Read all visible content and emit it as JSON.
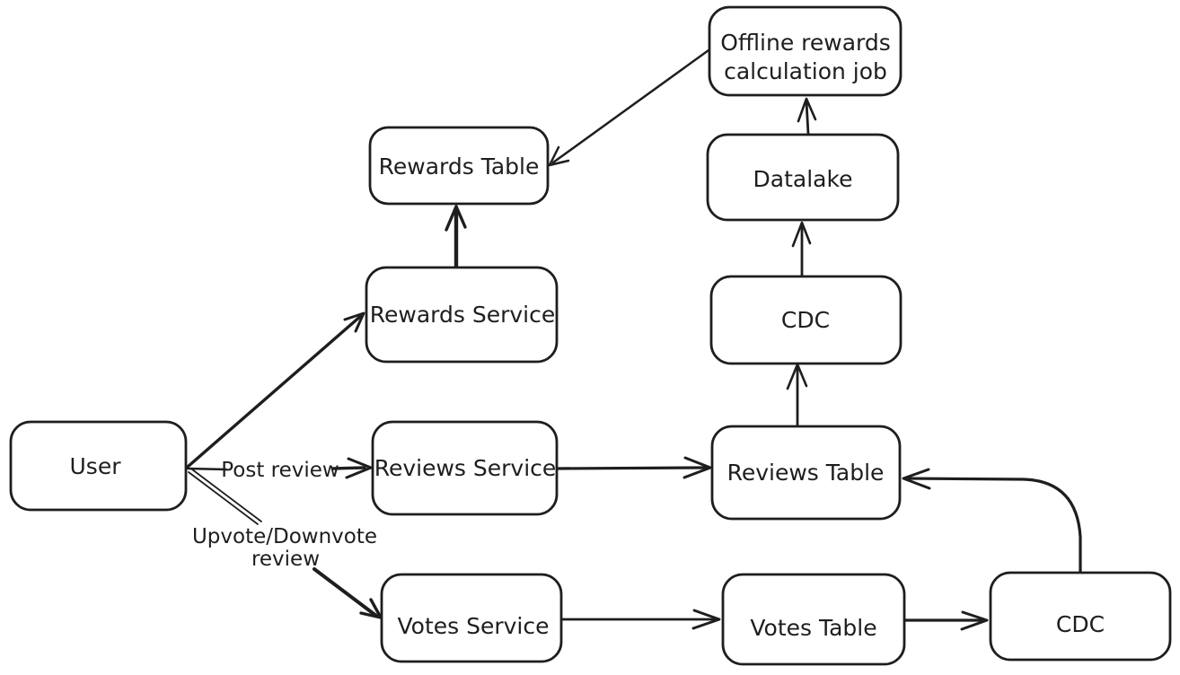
{
  "diagram": {
    "background_color": "#ffffff",
    "stroke_color": "#1e1e1e",
    "nodes": [
      {
        "id": "user",
        "label": "User"
      },
      {
        "id": "rewards-table",
        "label": "Rewards Table"
      },
      {
        "id": "rewards-service",
        "label": "Rewards Service"
      },
      {
        "id": "reviews-service",
        "label": "Reviews Service"
      },
      {
        "id": "votes-service",
        "label": "Votes Service"
      },
      {
        "id": "offline-rewards-job",
        "label": "Offline rewards calculation job",
        "lines": [
          "Offline rewards",
          "calculation job"
        ]
      },
      {
        "id": "datalake",
        "label": "Datalake"
      },
      {
        "id": "cdc-mid",
        "label": "CDC"
      },
      {
        "id": "reviews-table",
        "label": "Reviews Table"
      },
      {
        "id": "votes-table",
        "label": "Votes Table"
      },
      {
        "id": "cdc-bottom",
        "label": "CDC"
      }
    ],
    "edges": [
      {
        "from": "user",
        "to": "rewards-service",
        "label": ""
      },
      {
        "from": "user",
        "to": "reviews-service",
        "label": "Post review"
      },
      {
        "from": "user",
        "to": "votes-service",
        "label": "Upvote/Downvote review",
        "lines": [
          "Upvote/Downvote",
          "review"
        ]
      },
      {
        "from": "rewards-service",
        "to": "rewards-table",
        "label": ""
      },
      {
        "from": "offline-rewards-job",
        "to": "rewards-table",
        "label": ""
      },
      {
        "from": "datalake",
        "to": "offline-rewards-job",
        "label": ""
      },
      {
        "from": "cdc-mid",
        "to": "datalake",
        "label": ""
      },
      {
        "from": "reviews-table",
        "to": "cdc-mid",
        "label": ""
      },
      {
        "from": "reviews-service",
        "to": "reviews-table",
        "label": ""
      },
      {
        "from": "votes-service",
        "to": "votes-table",
        "label": ""
      },
      {
        "from": "votes-table",
        "to": "cdc-bottom",
        "label": ""
      },
      {
        "from": "cdc-bottom",
        "to": "reviews-table",
        "label": ""
      }
    ]
  }
}
